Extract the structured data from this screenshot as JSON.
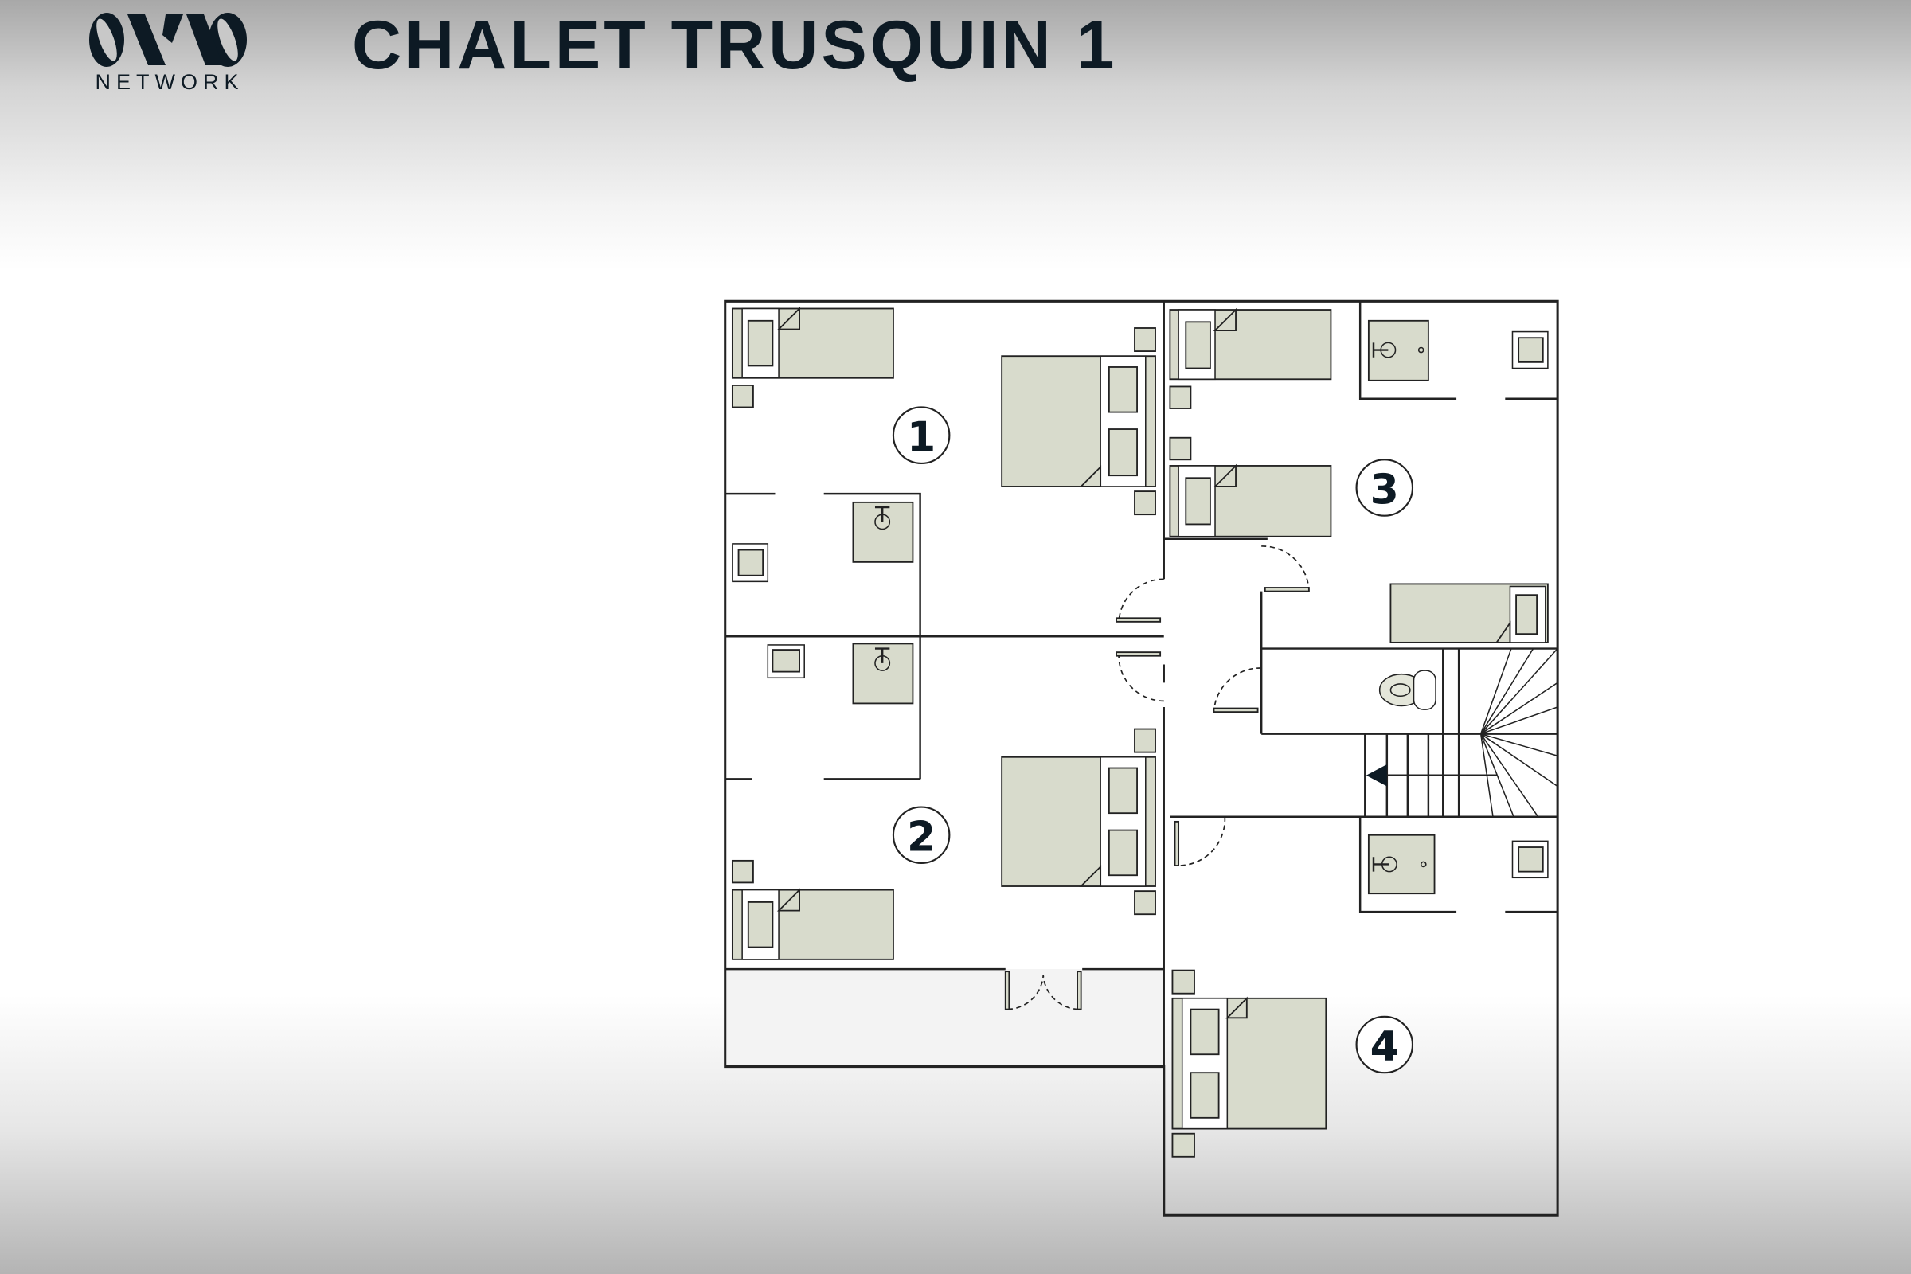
{
  "header": {
    "logo_text": "NETWORK",
    "title": "CHALET TRUSQUIN 1"
  },
  "floorplan": {
    "rooms": [
      {
        "number": "1"
      },
      {
        "number": "2"
      },
      {
        "number": "3"
      },
      {
        "number": "4"
      }
    ],
    "colors": {
      "furniture": "#d8dbcc",
      "walls": "#222222"
    }
  }
}
